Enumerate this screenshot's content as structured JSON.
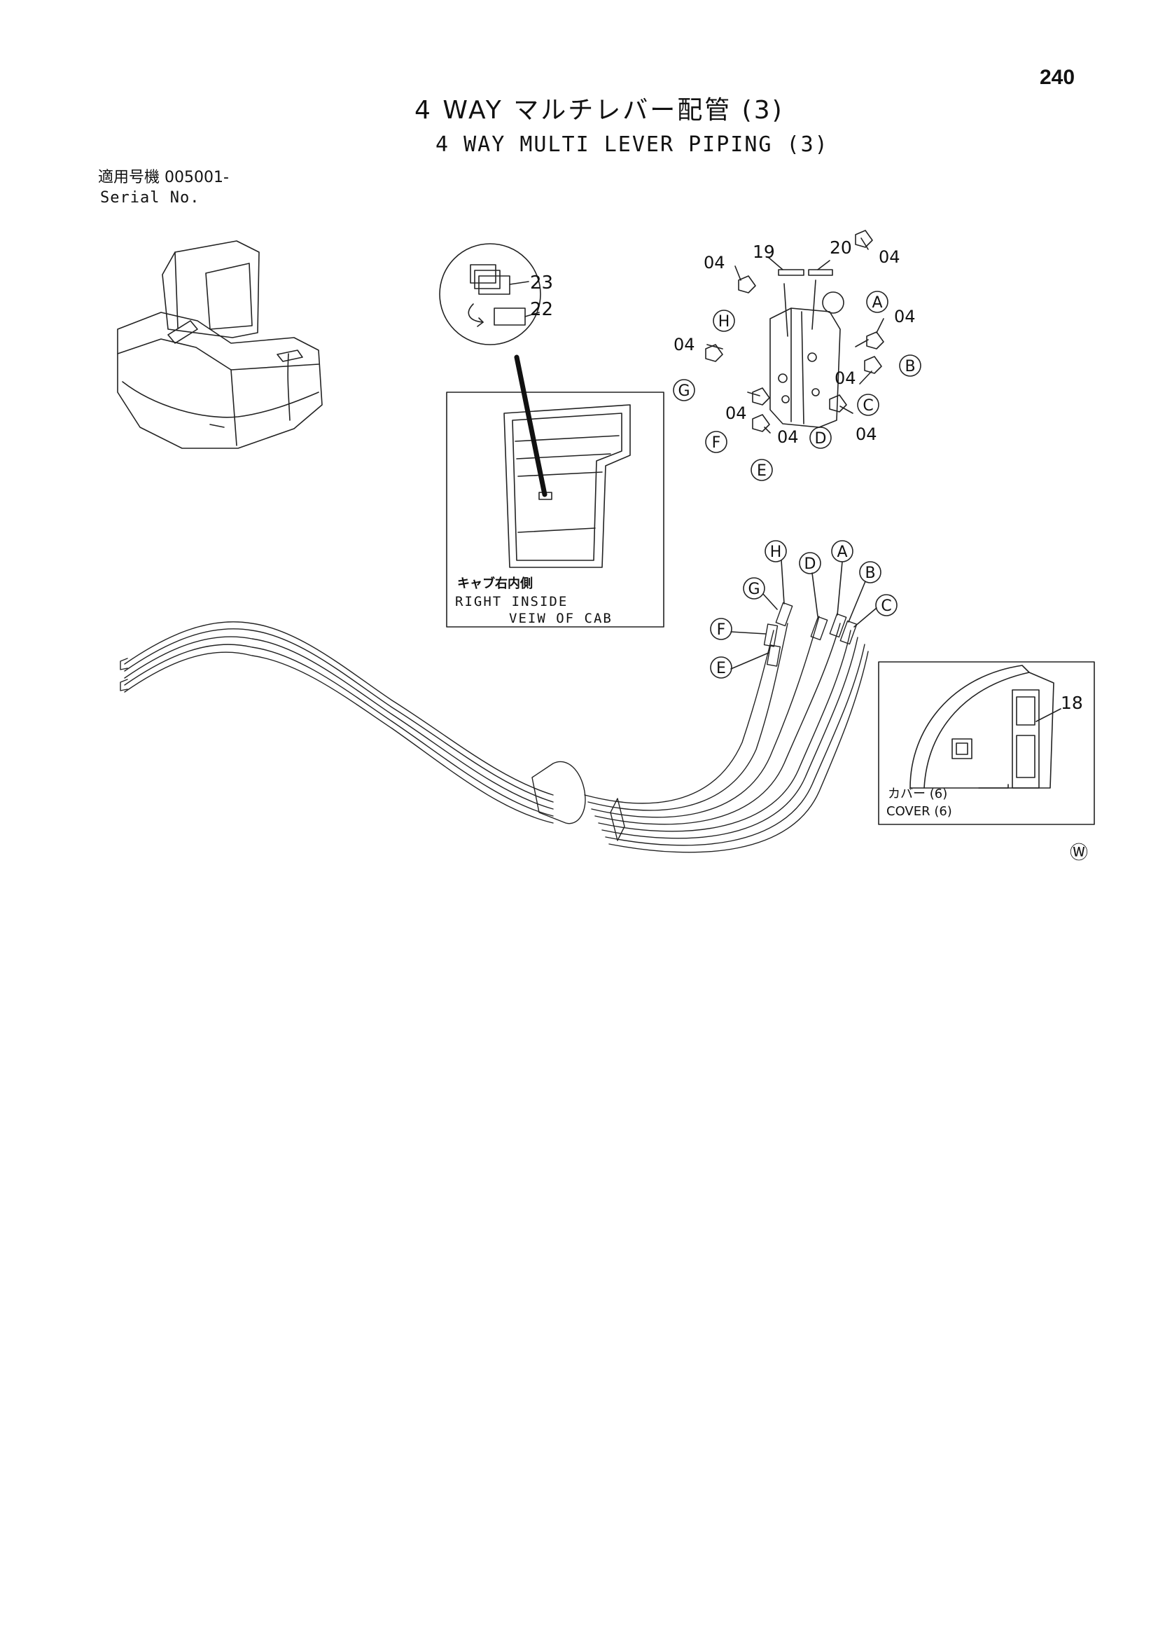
{
  "page": {
    "number": "240",
    "title_jp": "4 WAY マルチレバー配管 (3)",
    "title_en": "4 WAY MULTI LEVER PIPING (3)",
    "serial_label_jp": "適用号機 005001-",
    "serial_label_en": "Serial No.",
    "corner_mark": "Ⓦ"
  },
  "cab_inset": {
    "label_jp": "キャブ右内側",
    "label_en_line1": "RIGHT INSIDE",
    "label_en_line2": "VEIW OF CAB",
    "callouts": [
      "23",
      "22"
    ]
  },
  "cover_inset": {
    "label_jp": "カバー (6)",
    "label_en": "COVER (6)",
    "callouts": [
      "18"
    ]
  },
  "valve": {
    "callouts": [
      "19",
      "20",
      "04"
    ],
    "ports": [
      "A",
      "B",
      "C",
      "D",
      "E",
      "F",
      "G",
      "H"
    ]
  },
  "hoses": {
    "ports": [
      "H",
      "D",
      "A",
      "B",
      "G",
      "C",
      "F",
      "E"
    ]
  }
}
